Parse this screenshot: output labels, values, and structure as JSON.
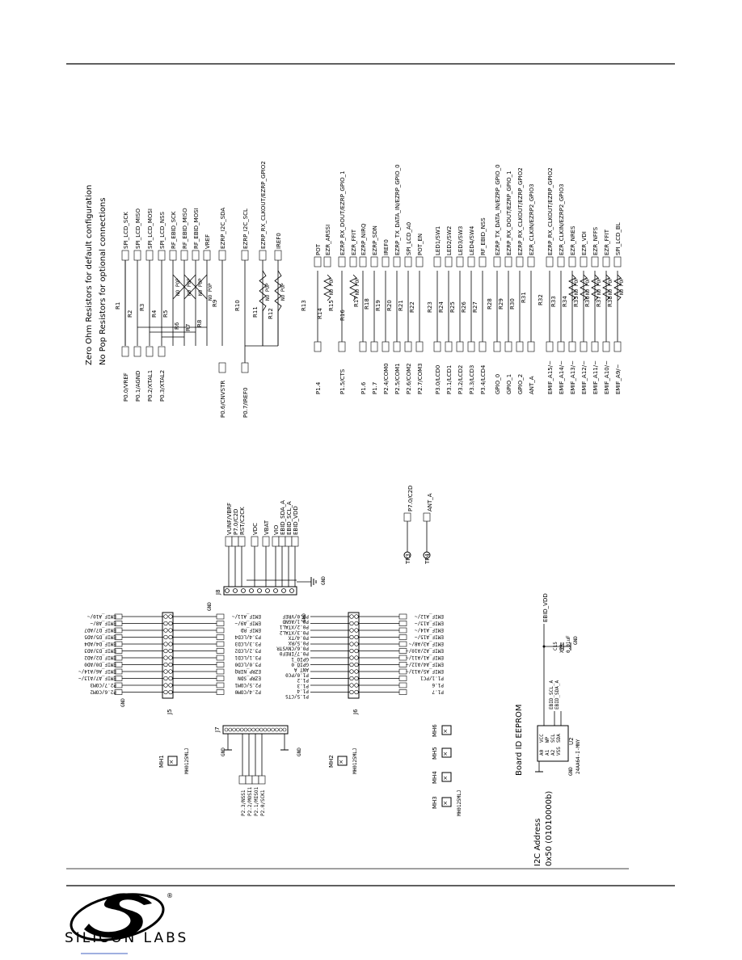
{
  "notes": {
    "line1": "Zero Ohm Resistors for default configuration",
    "line2": "No Pop Resistors for optional connections"
  },
  "top_block1": {
    "left_nets": [
      "P0.0/VREF",
      "P0.1/AGND",
      "P0.2/XTAL1",
      "P0.3/XTAL2",
      "P0.6/CNVSTR",
      "P0.7/IREF0"
    ],
    "refs": [
      "R1",
      "R2",
      "R3",
      "R4",
      "R5",
      "R6",
      "R7",
      "R8",
      "R9",
      "R10",
      "R11",
      "R12"
    ],
    "right_nets": [
      "SPI_LCD_SCK",
      "SPI_LCD_MISO",
      "SPI_LCD_MOSI",
      "SPI_LCD_NSS",
      "RF_EBID_SCK",
      "RF_EBID_MISO",
      "RF_EBID_MOSI",
      "VREF",
      "EZRP_I2C_SDA",
      "EZRP_I2C_SCL",
      "EZRP_RX_CLKOUT/EZRP_GPIO2",
      "IREF0"
    ],
    "nopop": "NO POP"
  },
  "top_block2": {
    "left_nets": [
      "P1.4",
      "P1.5/CTS",
      "P1.6",
      "P1.7",
      "P2.4/COM0",
      "P2.5/COM1",
      "P2.6/COM2",
      "P2.7/COM3",
      "P3.0/LCD0",
      "P3.1/LCD1",
      "P3.2/LCD2",
      "P3.3/LCD3",
      "P3.4/LCD4",
      "GPIO_0",
      "GPIO_1",
      "GPIO_2",
      "ANT_A",
      "EMIF_A15/~",
      "EMIF_A14/~",
      "EMIF_A13/~",
      "EMIF_A12/~",
      "EMIF_A11/~",
      "EMIF_A10/~",
      "EMIF_A9/~"
    ],
    "refs": [
      "R13",
      "R14",
      "R15",
      "R16",
      "R17",
      "R18",
      "R19",
      "R20",
      "R21",
      "R22",
      "R23",
      "R24",
      "R25",
      "R26",
      "R27",
      "R28",
      "R29",
      "R30",
      "R31",
      "R32",
      "R33",
      "R34",
      "R35",
      "R36",
      "R37",
      "R38"
    ],
    "right_nets": [
      "POT",
      "EZR_ARSSI",
      "EZRP_RX_DOUT/EZRP_GPIO_1",
      "EZR_FFIT",
      "EZRP_NIRQ",
      "EZRP_SDN",
      "IREF0",
      "EZRP_TX_DATA_IN/EZRP_GPIO_0",
      "SPI_LCD_A0",
      "POT_EN",
      "LED1/SW1",
      "LED2/SW2",
      "LED3/SW3",
      "LED4/SW4",
      "RF_EBID_NSS",
      "EZRP_TX_DATA_IN/EZRP_GPIO_0",
      "EZRP_RX_DOUT/EZRP_GPIO_1",
      "EZRP_RX_CLKOUT/EZRP_GPIO2",
      "EZR_CLKIN/EZRP2_GPIO3",
      "EZRP_RX_CLKOUT/EZRP_GPIO2",
      "EZR_CLKIN/EZRP2_GPIO3",
      "EZR_NRES",
      "EZR_VDI",
      "EZR_NFFS",
      "EZR_FFIT",
      "SPI_LCD_BL"
    ]
  },
  "j8": {
    "ref": "J8",
    "gnd": "GND",
    "nets": [
      "VUNF/VBRF",
      "P7.0/C2D",
      "RST/C2CK",
      "VDC",
      "VBAT",
      "VIO",
      "EBID_SDA_A",
      "EBID_SCL_A",
      "EBID_VDD"
    ]
  },
  "testpoints": [
    {
      "ref": "TP3",
      "net": "P7.0/C2D"
    },
    {
      "ref": "TP4",
      "net": "ANT_A"
    }
  ],
  "j5": {
    "ref": "J5",
    "gnd": "GND",
    "nets_left": [
      "EMIF_A10/~",
      "EMIF_A8/~",
      "EMIF_D7/AD7",
      "EMIF_D5/AD5",
      "EMIF_D4/AD4",
      "EMIF_D3/AD3",
      "EMIF_D2/AD2",
      "EMIF_D0/AD0",
      "EMIF_A6/A14/~",
      "EMIF_A7/A13/~",
      "P2.7/COM3",
      "P2.6/COM2"
    ],
    "nets_right": [
      "EMIF_A11/~",
      "EMIF_A9/~",
      "EMIF_RD",
      "P3.4/LCD4",
      "P3.3/LCD3",
      "P3.2/LCD2",
      "P3.1/LCD1",
      "P3.0/LCD0",
      "EZRP_NIRQ",
      "EZRP_SDN",
      "P2.5/COM1",
      "P2.4/COM0"
    ]
  },
  "j6": {
    "ref": "J6",
    "gnd": "GND",
    "nets_left": [
      "P0.0/VREF",
      "P0.1/AGND",
      "P0.2/XTAL1",
      "P0.3/XTAL2",
      "P0.4/TX",
      "P0.5/RX",
      "P0.6/CNVSTR",
      "P0.7/IREF0",
      "GPIO_1",
      "GPIO_0",
      "ANT_A",
      "P1.0/PC0",
      "P1.2",
      "P1.3",
      "P1.4",
      "P1.5/CTS"
    ],
    "nets_right": [
      "EMIF_A12/~",
      "EMIF_A13/~",
      "EMIF_A14/~",
      "EMIF_A15/~",
      "EMIF_A3/A8/~",
      "EMIF_A2/A10/~",
      "EMIF_A1/A11/~",
      "EMIF_A4/A12/~",
      "EMIF_A5/A13/~",
      "P1.1/PC1",
      "P1.6",
      "P1.7"
    ]
  },
  "j7": {
    "ref": "J7",
    "gnd": "GND",
    "nets": [
      "P2.3/NSS1",
      "P2.2/MOSI1",
      "P2.1/MISO1",
      "P2.0/SCK1"
    ]
  },
  "mounting": {
    "mh1": "MH1",
    "mh2": "MH2",
    "mh3": "MH3",
    "mh4": "MH4",
    "mh5": "MH5",
    "mh6": "MH6",
    "part": "MH0125MLJ"
  },
  "eeprom": {
    "title": "Board ID EEPROM",
    "ref": "U2",
    "part": "24AA64-I-MNY",
    "vdd": "EBID_VDD",
    "cap_ref": "C15",
    "cap_val": "0.01uF",
    "cap_type": "X7R",
    "sda": "EBID_SDA_A",
    "scl": "EBID_SCL_A",
    "gnd": "GND",
    "pins": [
      "A0",
      "A1",
      "A2",
      "VSS",
      "VCC",
      "WP",
      "SCL",
      "SDA"
    ],
    "addr_title": "I2C Address",
    "addr_value": "0x50 (01010000b)"
  },
  "logo": {
    "text": "SILICON LABS",
    "reg": "®"
  }
}
